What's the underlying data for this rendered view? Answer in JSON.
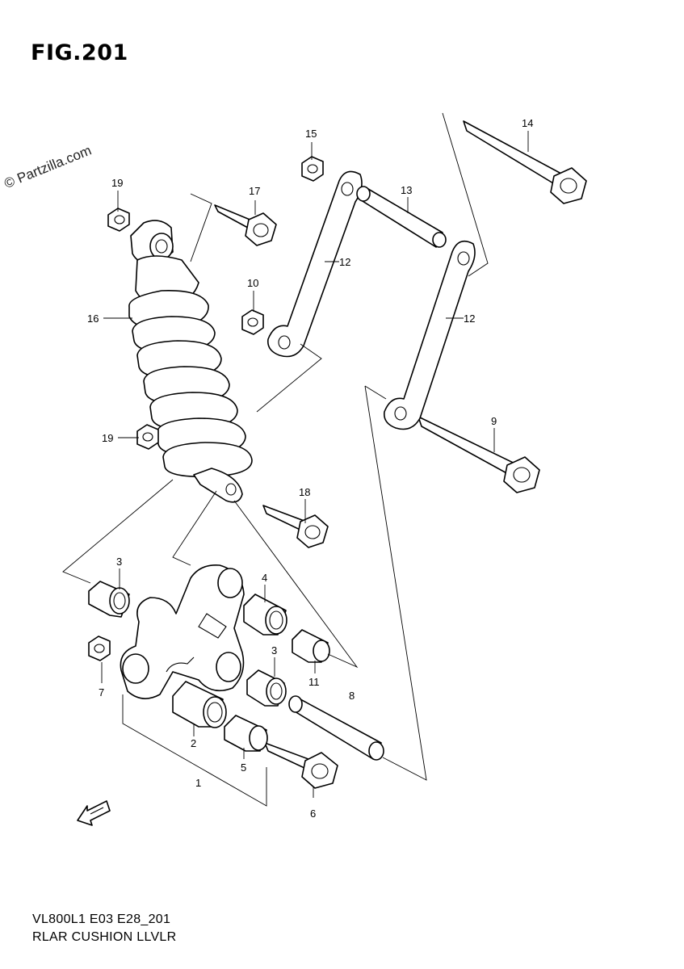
{
  "figure": {
    "title": "FIG.201",
    "watermark": "© Partzilla.com",
    "model_code": "VL800L1 E03 E28_201",
    "section_name": "RLAR CUSHION LLVLR"
  },
  "callouts": [
    {
      "id": "c1",
      "label": "1"
    },
    {
      "id": "c2",
      "label": "2"
    },
    {
      "id": "c3a",
      "label": "3"
    },
    {
      "id": "c3b",
      "label": "3"
    },
    {
      "id": "c4",
      "label": "4"
    },
    {
      "id": "c5",
      "label": "5"
    },
    {
      "id": "c6",
      "label": "6"
    },
    {
      "id": "c7",
      "label": "7"
    },
    {
      "id": "c8",
      "label": "8"
    },
    {
      "id": "c9",
      "label": "9"
    },
    {
      "id": "c10",
      "label": "10"
    },
    {
      "id": "c11",
      "label": "11"
    },
    {
      "id": "c12a",
      "label": "12"
    },
    {
      "id": "c12b",
      "label": "12"
    },
    {
      "id": "c13",
      "label": "13"
    },
    {
      "id": "c14",
      "label": "14"
    },
    {
      "id": "c15",
      "label": "15"
    },
    {
      "id": "c16",
      "label": "16"
    },
    {
      "id": "c17",
      "label": "17"
    },
    {
      "id": "c18",
      "label": "18"
    },
    {
      "id": "c19a",
      "label": "19"
    },
    {
      "id": "c19b",
      "label": "19"
    }
  ],
  "icons": {
    "front_arrow": "fwd-arrow-icon"
  }
}
